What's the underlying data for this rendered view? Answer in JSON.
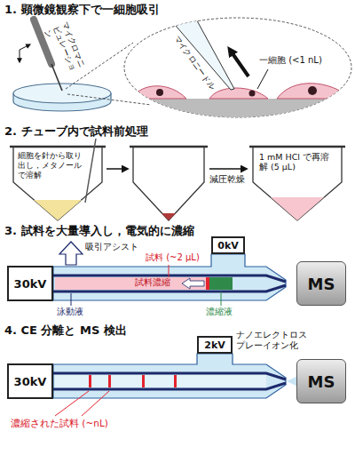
{
  "diagram": {
    "nodes": [
      {
        "text": [
          "30kV"
        ]
      },
      {
        "text": [
          "0kV"
        ]
      },
      {
        "text": [
          "MS"
        ]
      },
      {
        "text": [
          "30kV"
        ]
      },
      {
        "text": [
          "2kV"
        ]
      },
      {
        "text": [
          "MS"
        ]
      }
    ],
    "labels": [
      "1. 顕微鏡観察下で一細胞吸引",
      "マイクロマニピュレーション",
      "マイクロニードル",
      "一細胞 (<1 nL)",
      "2. チューブ内で試料前処理",
      "細胞を針から取り出し，メタノールで溶解",
      "減圧乾燥",
      "1 mM HCl で再溶解 (5 μL)",
      "3. 試料を大量導入し，電気的に濃縮",
      "吸引アシスト",
      "試料 (~2 μL)",
      "試料濃縮",
      "泳動液",
      "濃縮液",
      "4. CE 分離と MS 検出",
      "ナノエレクトロスプレーイオン化",
      "濃縮された試料 (~nL)"
    ]
  }
}
